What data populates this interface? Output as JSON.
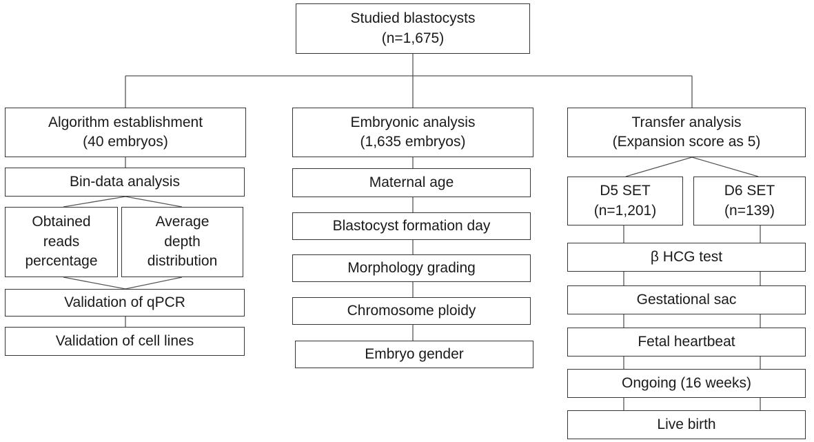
{
  "root": {
    "line1": "Studied blastocysts",
    "line2": "(n=1,675)"
  },
  "left": {
    "header": {
      "line1": "Algorithm establishment",
      "line2": "(40 embryos)"
    },
    "bin_data": "Bin-data analysis",
    "obtained": {
      "line1": "Obtained",
      "line2": "reads",
      "line3": "percentage"
    },
    "average": {
      "line1": "Average",
      "line2": "depth",
      "line3": "distribution"
    },
    "qpcr": "Validation of qPCR",
    "cell_lines": "Validation of cell lines"
  },
  "middle": {
    "header": {
      "line1": "Embryonic analysis",
      "line2": "(1,635 embryos)"
    },
    "steps": [
      "Maternal age",
      "Blastocyst formation day",
      "Morphology grading",
      "Chromosome ploidy",
      "Embryo gender"
    ]
  },
  "right": {
    "header": {
      "line1": "Transfer analysis",
      "line2": "(Expansion score as 5)"
    },
    "d5": {
      "line1": "D5 SET",
      "line2": "(n=1,201)"
    },
    "d6": {
      "line1": "D6 SET",
      "line2": "(n=139)"
    },
    "steps": [
      "β HCG test",
      "Gestational sac",
      "Fetal heartbeat",
      "Ongoing (16 weeks)",
      "Live birth"
    ]
  }
}
